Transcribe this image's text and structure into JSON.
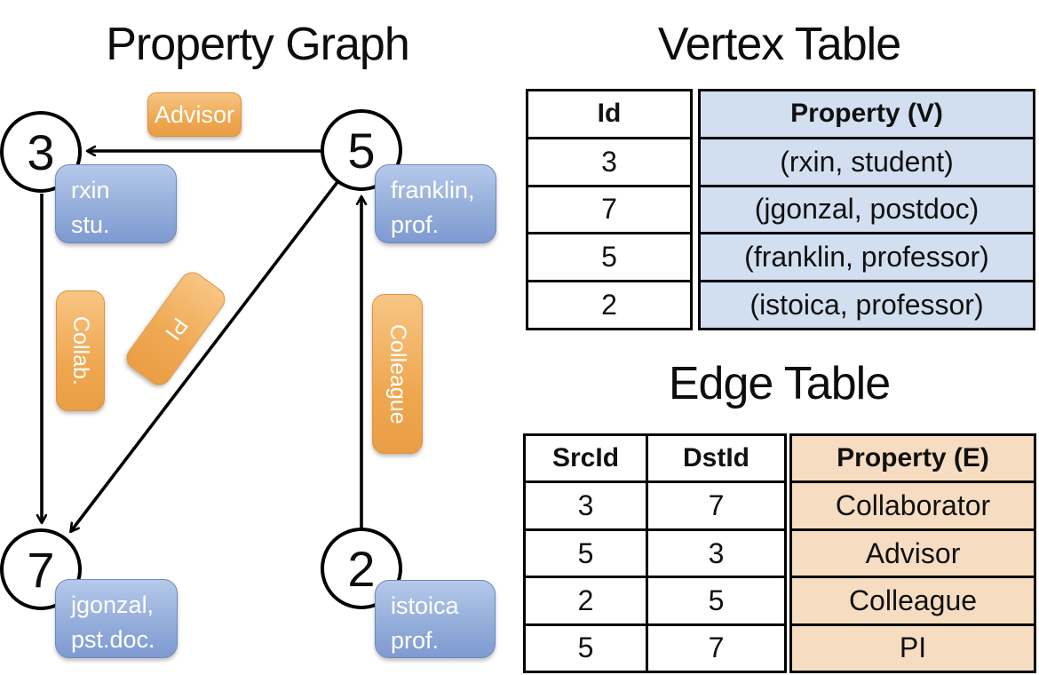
{
  "titles": {
    "graph": "Property Graph",
    "vertex_table": "Vertex Table",
    "edge_table": "Edge Table"
  },
  "graph": {
    "vertices": [
      {
        "id": "3",
        "prop_lines": [
          "rxin",
          "stu."
        ]
      },
      {
        "id": "5",
        "prop_lines": [
          "franklin,",
          "prof."
        ]
      },
      {
        "id": "7",
        "prop_lines": [
          "jgonzal,",
          "pst.doc."
        ]
      },
      {
        "id": "2",
        "prop_lines": [
          "istoica",
          "prof."
        ]
      }
    ],
    "edge_labels": {
      "advisor": "Advisor",
      "collab": "Collab.",
      "pi": "PI",
      "colleague": "Colleague"
    },
    "edges": [
      {
        "from": "5",
        "to": "3",
        "label": "Advisor"
      },
      {
        "from": "3",
        "to": "7",
        "label": "Collab."
      },
      {
        "from": "5",
        "to": "7",
        "label": "PI"
      },
      {
        "from": "2",
        "to": "5",
        "label": "Colleague"
      }
    ]
  },
  "vertex_table": {
    "headers": [
      "Id",
      "Property (V)"
    ],
    "rows": [
      [
        "3",
        "(rxin, student)"
      ],
      [
        "7",
        "(jgonzal, postdoc)"
      ],
      [
        "5",
        "(franklin, professor)"
      ],
      [
        "2",
        "(istoica, professor)"
      ]
    ]
  },
  "edge_table": {
    "headers": [
      "SrcId",
      "DstId",
      "Property (E)"
    ],
    "rows": [
      [
        "3",
        "7",
        "Collaborator"
      ],
      [
        "5",
        "3",
        "Advisor"
      ],
      [
        "2",
        "5",
        "Colleague"
      ],
      [
        "5",
        "7",
        "PI"
      ]
    ]
  },
  "colors": {
    "edge_label_top": "#f7c584",
    "edge_label_bottom": "#ea9d44",
    "vertex_label_top": "#b6c9ea",
    "vertex_label_bottom": "#7e9ad2",
    "vertex_table_fill": "#d2dff0",
    "edge_table_fill": "#f6ddc1",
    "line": "#000000"
  }
}
